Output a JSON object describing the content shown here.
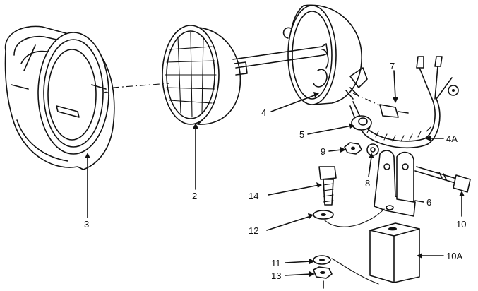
{
  "callouts": {
    "c3": "3",
    "c2": "2",
    "c4": "4",
    "c7": "7",
    "c5": "5",
    "c4a": "4A",
    "c9": "9",
    "c8": "8",
    "c14": "14",
    "c6": "6",
    "c10": "10",
    "c12": "12",
    "c10a": "10A",
    "c11": "11",
    "c13": "13"
  }
}
